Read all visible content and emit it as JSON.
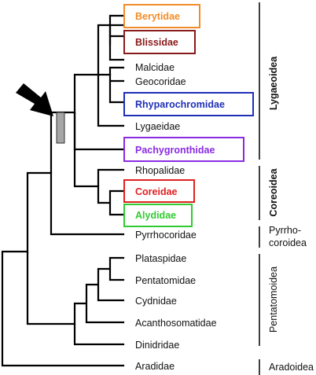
{
  "taxa": {
    "berytidae": {
      "label": "Berytidae",
      "color": "#F28C28"
    },
    "blissidae": {
      "label": "Blissidae",
      "color": "#8B1A1A"
    },
    "malcidae": {
      "label": "Malcidae"
    },
    "geocoridae": {
      "label": "Geocoridae"
    },
    "rhyparochromidae": {
      "label": "Rhyparochromidae",
      "color": "#1F2FB8"
    },
    "lygaeidae": {
      "label": "Lygaeidae"
    },
    "pachygronthidae": {
      "label": "Pachygronthidae",
      "color": "#8A2BE2"
    },
    "rhopalidae": {
      "label": "Rhopalidae"
    },
    "coreidae": {
      "label": "Coreidae",
      "color": "#E02020"
    },
    "alydidae": {
      "label": "Alydidae",
      "color": "#2ECC2E"
    },
    "pyrrhocoridae": {
      "label": "Pyrrhocoridae"
    },
    "plataspidae": {
      "label": "Plataspidae"
    },
    "pentatomidae": {
      "label": "Pentatomidae"
    },
    "cydnidae": {
      "label": "Cydnidae"
    },
    "acanthosomatidae": {
      "label": "Acanthosomatidae"
    },
    "dinidridae": {
      "label": "Dinidridae"
    },
    "aradidae": {
      "label": "Aradidae"
    }
  },
  "superfamilies": {
    "lygaeoidea": "Lygaeoidea",
    "coreoidea": "Coreoidea",
    "pyrrhocoroidea_line1": "Pyrrho-",
    "pyrrhocoroidea_line2": "coroidea",
    "pentatomoidea": "Pentatomoidea",
    "aradoidea": "Aradoidea"
  },
  "marker_color": "#A6A6A6",
  "arrow_color": "#000000"
}
